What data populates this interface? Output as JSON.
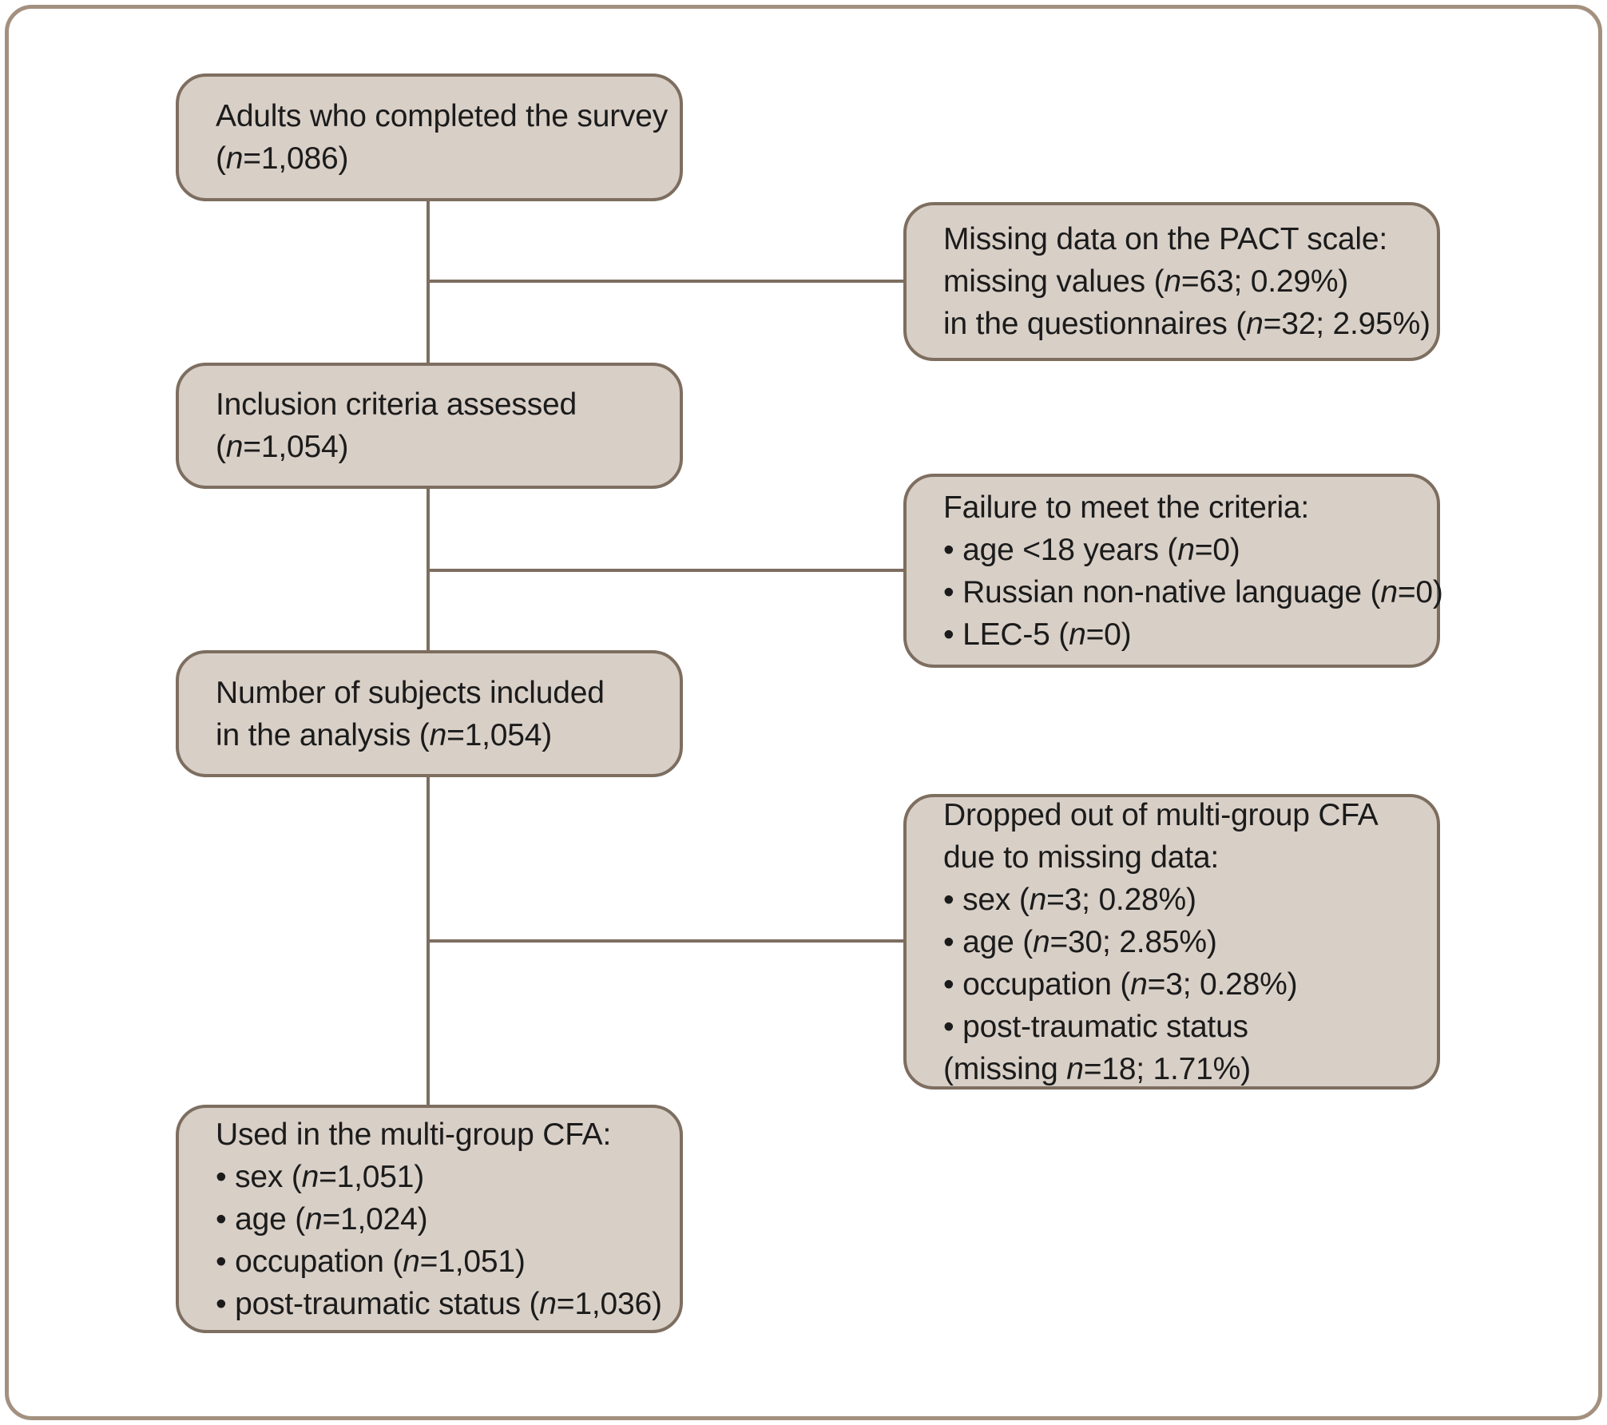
{
  "figure": {
    "type": "study-flow-diagram",
    "colors": {
      "background": "#ffffff",
      "frame_border": "#a3907f",
      "box_fill": "#d8cfc7",
      "box_border": "#7d6e60",
      "connector": "#7d6e60",
      "text": "#1b1b1b"
    }
  },
  "boxes": {
    "left": [
      {
        "id": "survey-completed",
        "lines": [
          "Adults who completed the survey",
          "(n=1,086)"
        ]
      },
      {
        "id": "inclusion-assessed",
        "lines": [
          "Inclusion criteria assessed",
          "(n=1,054)"
        ]
      },
      {
        "id": "included-analysis",
        "lines": [
          "Number of subjects included",
          "in the analysis (n=1,054)"
        ]
      },
      {
        "id": "used-in-cfa",
        "lines": [
          "Used in the multi-group CFA:",
          "• sex (n=1,051)",
          "• age (n=1,024)",
          "• occupation (n=1,051)",
          "• post-traumatic status (n=1,036)"
        ]
      }
    ],
    "right": [
      {
        "id": "missing-pact",
        "lines": [
          "Missing data on the PACT scale:",
          "missing values (n=63; 0.29%)",
          "in the questionnaires (n=32; 2.95%)"
        ]
      },
      {
        "id": "failed-criteria",
        "lines": [
          "Failure to meet the criteria:",
          "• age <18 years (n=0)",
          "• Russian non-native language (n=0)",
          "• LEC-5 (n=0)"
        ]
      },
      {
        "id": "dropped-cfa",
        "lines": [
          "Dropped out of multi-group CFA",
          "due to missing data:",
          "• sex (n=3; 0.28%)",
          "• age (n=30; 2.85%)",
          "• occupation (n=3; 0.28%)",
          "• post-traumatic status",
          "(missing n=18; 1.71%)"
        ]
      }
    ]
  }
}
